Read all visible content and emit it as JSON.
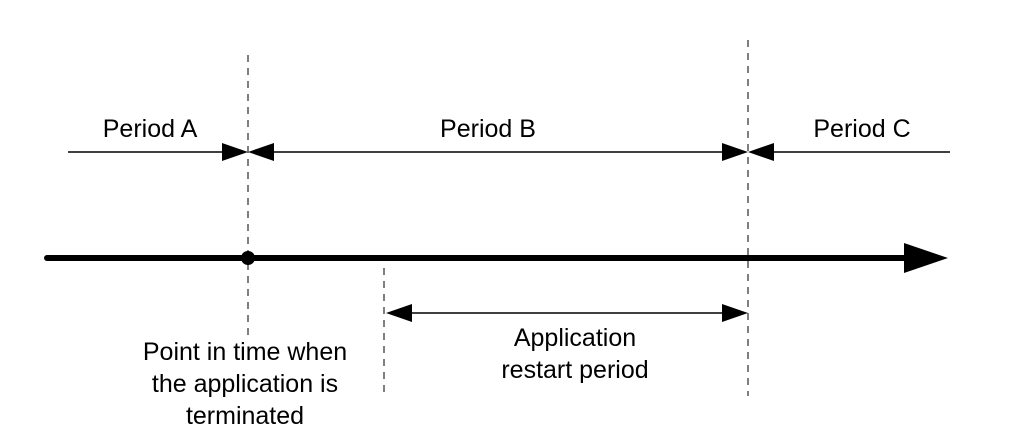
{
  "periods": {
    "a": "Period A",
    "b": "Period B",
    "c": "Period C"
  },
  "termination": {
    "line1": "Point in time when",
    "line2": "the application is",
    "line3": "terminated"
  },
  "restart": {
    "line1": "Application",
    "line2": "restart period"
  },
  "colors": {
    "line": "#000000",
    "guide": "#808080",
    "background": "#ffffff"
  }
}
